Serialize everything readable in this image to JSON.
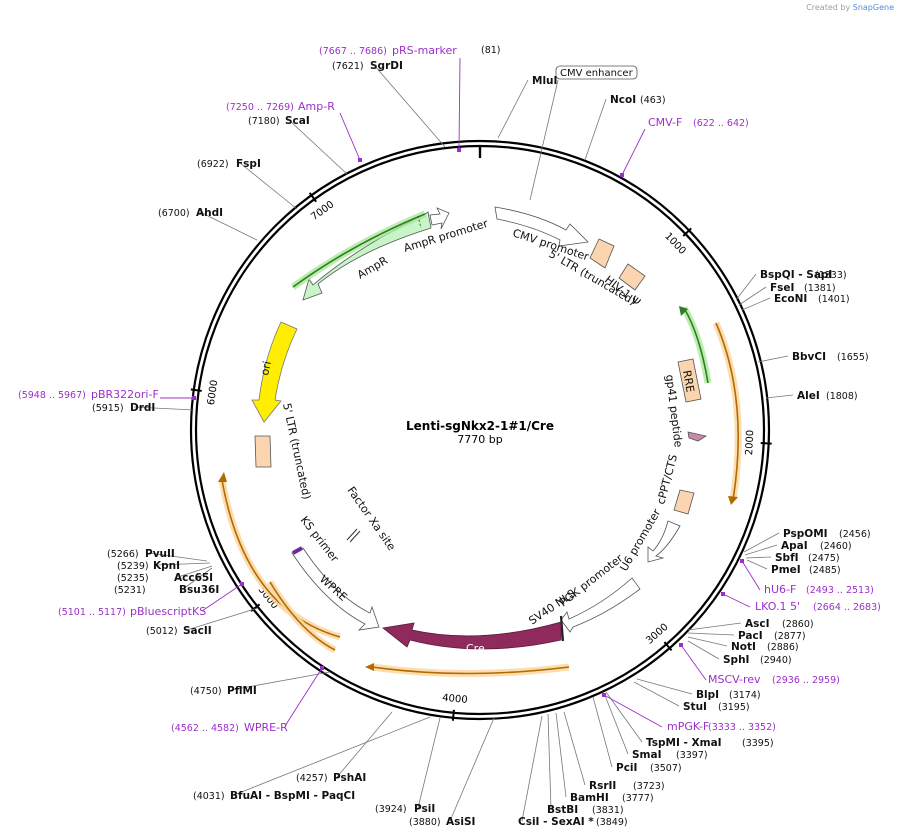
{
  "brand": {
    "prefix": "Created by",
    "name": "SnapGene"
  },
  "plasmid": {
    "name": "Lenti-sgNkx2-1#1/Cre",
    "length_label": "7770 bp",
    "length": 7770
  },
  "ticks": [
    "1000",
    "2000",
    "3000",
    "4000",
    "5000",
    "6000",
    "7000"
  ],
  "sites": [
    {
      "name": "MluI",
      "pos": "(81)"
    },
    {
      "name": "NcoI",
      "pos": "(463)"
    },
    {
      "name": "BspQI  -  SapI",
      "pos": "(1333)"
    },
    {
      "name": "FseI",
      "pos": "(1381)"
    },
    {
      "name": "EcoNI",
      "pos": "(1401)"
    },
    {
      "name": "BbvCI",
      "pos": "(1655)"
    },
    {
      "name": "AleI",
      "pos": "(1808)"
    },
    {
      "name": "PspOMI",
      "pos": "(2456)"
    },
    {
      "name": "ApaI",
      "pos": "(2460)"
    },
    {
      "name": "SbfI",
      "pos": "(2475)"
    },
    {
      "name": "PmeI",
      "pos": "(2485)"
    },
    {
      "name": "AscI",
      "pos": "(2860)"
    },
    {
      "name": "PacI",
      "pos": "(2877)"
    },
    {
      "name": "NotI",
      "pos": "(2886)"
    },
    {
      "name": "SphI",
      "pos": "(2940)"
    },
    {
      "name": "BlpI",
      "pos": "(3174)"
    },
    {
      "name": "StuI",
      "pos": "(3195)"
    },
    {
      "name": "TspMI  -  XmaI",
      "pos": "(3395)"
    },
    {
      "name": "SmaI",
      "pos": "(3397)"
    },
    {
      "name": "PciI",
      "pos": "(3507)"
    },
    {
      "name": "RsrII",
      "pos": "(3723)"
    },
    {
      "name": "BamHI",
      "pos": "(3777)"
    },
    {
      "name": "BstBI",
      "pos": "(3831)"
    },
    {
      "name": "CsiI  -  SexAI *",
      "pos": "(3849)"
    },
    {
      "name": "AsiSI",
      "pos": "(3880)"
    },
    {
      "name": "PsiI",
      "pos": "(3924)"
    },
    {
      "name": "BfuAI  -  BspMI  -  PaqCI",
      "pos": "(4031)"
    },
    {
      "name": "PshAI",
      "pos": "(4257)"
    },
    {
      "name": "PflMI",
      "pos": "(4750)"
    },
    {
      "name": "SacII",
      "pos": "(5012)"
    },
    {
      "name": "Bsu36I",
      "pos": "(5231)"
    },
    {
      "name": "Acc65I",
      "pos": "(5235)"
    },
    {
      "name": "KpnI",
      "pos": "(5239)"
    },
    {
      "name": "PvuII",
      "pos": "(5266)"
    },
    {
      "name": "DrdI",
      "pos": "(5915)"
    },
    {
      "name": "AhdI",
      "pos": "(6700)"
    },
    {
      "name": "FspI",
      "pos": "(6922)"
    },
    {
      "name": "ScaI",
      "pos": "(7180)"
    },
    {
      "name": "SgrDI",
      "pos": "(7621)"
    }
  ],
  "primers": [
    {
      "name": "pRS-marker",
      "range": "(7667 .. 7686)"
    },
    {
      "name": "Amp-R",
      "range": "(7250 .. 7269)"
    },
    {
      "name": "CMV-F",
      "range": "(622 .. 642)"
    },
    {
      "name": "hU6-F",
      "range": "(2493 .. 2513)"
    },
    {
      "name": "LKO.1 5'",
      "range": "(2664 .. 2683)"
    },
    {
      "name": "MSCV-rev",
      "range": "(2936 .. 2959)"
    },
    {
      "name": "mPGK-F",
      "range": "(3333 .. 3352)"
    },
    {
      "name": "WPRE-R",
      "range": "(4562 .. 4582)"
    },
    {
      "name": "pBluescriptKS",
      "range": "(5101 .. 5117)"
    },
    {
      "name": "pBR322ori-F",
      "range": "(5948 .. 5967)"
    }
  ],
  "features": {
    "cmv_enhancer": "CMV enhancer",
    "cmv_promoter": "CMV promoter",
    "ltr5_trunc": "5' LTR (truncated)",
    "hiv_psi": "HIV-1 Ψ",
    "rre": "RRE",
    "gp41": "gp41 peptide",
    "cppt": "cPPT/CTS",
    "u6": "U6 promoter",
    "pgk": "PGK promoter",
    "sv40nls": "SV40 NLS",
    "cre": "Cre",
    "wpre": "WPRE",
    "ks_primer": "KS primer",
    "factor_xa": "Factor Xa site",
    "ltr5_trunc_b": "5' LTR (truncated)",
    "ori": "ori",
    "ampr": "AmpR",
    "ampr_promoter": "AmpR promoter"
  },
  "colors": {
    "primer": "#9b30c9",
    "orf_orange": "#f5a623",
    "orf_green": "#3aa52b",
    "cre": "#8e2a5c",
    "ori": "#ffee00",
    "ampr": "#c8f5c8",
    "ltr": "#fbd5b0",
    "gp41": "#c88aa8"
  }
}
